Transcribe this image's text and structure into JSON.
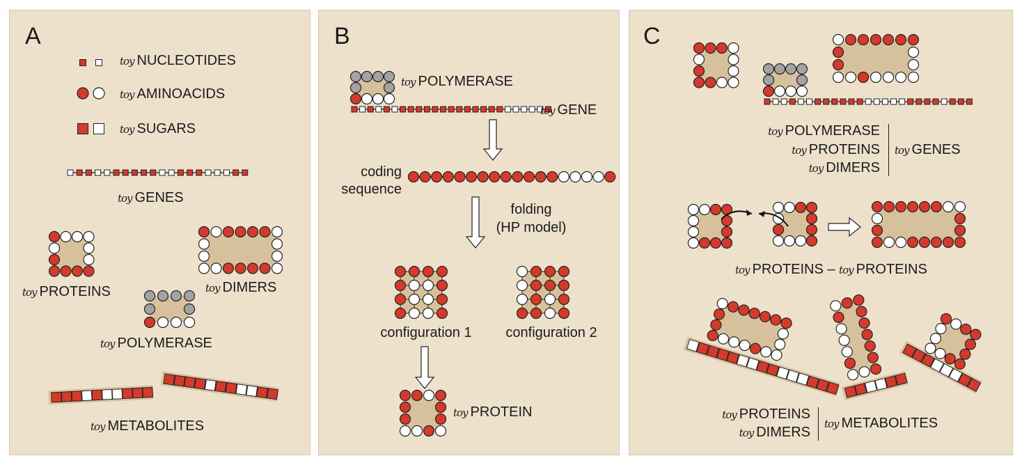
{
  "colors": {
    "red": "#d33a2c",
    "white": "#ffffff",
    "gray": "#a3a3a3",
    "sand": "#d7c19c",
    "bg": "#ede1cc",
    "stroke": "#222222"
  },
  "toy_prefix": "toy",
  "panel_a": {
    "letter": "A",
    "legend": {
      "nucleotides": "NUCLEOTIDES",
      "aminoacids": "AMINOACIDS",
      "sugars": "SUGARS"
    },
    "genes": "GENES",
    "proteins": "PROTEINS",
    "dimers": "DIMERS",
    "polymerase": "POLYMERASE",
    "metabolites": "METABOLITES"
  },
  "panel_b": {
    "letter": "B",
    "polymerase": "POLYMERASE",
    "gene": "GENE",
    "coding_l1": "coding",
    "coding_l2": "sequence",
    "folding_l1": "folding",
    "folding_l2": "(HP model)",
    "config1": "configuration 1",
    "config2": "configuration 2",
    "protein": "PROTEIN"
  },
  "panel_c": {
    "letter": "C",
    "row1_left": [
      "POLYMERASE",
      "PROTEINS",
      "DIMERS"
    ],
    "row1_right": "GENES",
    "row2_left": "PROTEINS",
    "row2_dash": "–",
    "row2_right": "PROTEINS",
    "row3_left": [
      "PROTEINS",
      "DIMERS"
    ],
    "row3_right": "METABOLITES"
  }
}
